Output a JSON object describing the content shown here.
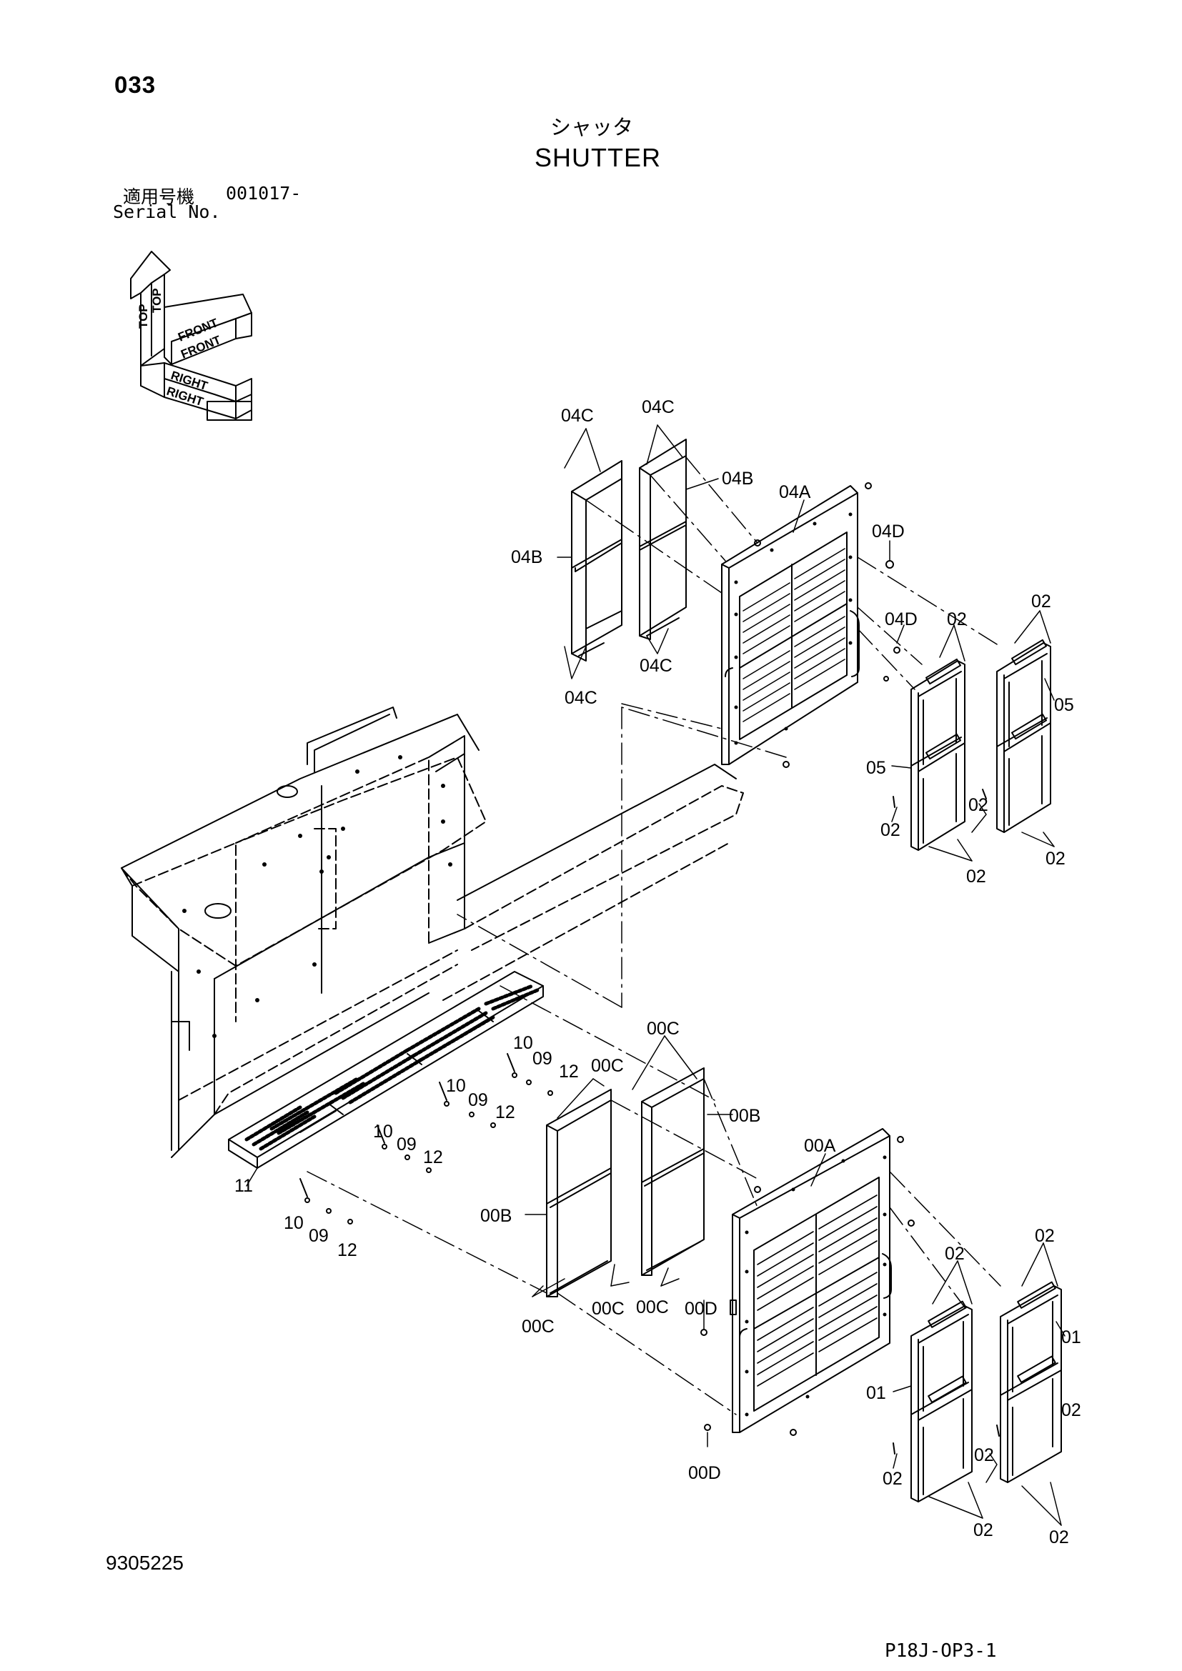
{
  "header": {
    "page_number": "033",
    "title_jp": "シャッタ",
    "title_en": "SHUTTER",
    "serial_label_jp": "適用号機",
    "serial_value": "001017-",
    "serial_label_en": "Serial No."
  },
  "orientation": {
    "labels": [
      "TOP",
      "TOP",
      "FRONT",
      "FRONT",
      "RIGHT",
      "RIGHT"
    ]
  },
  "callouts": {
    "c04C_a": "04C",
    "c04C_b": "04C",
    "c04C_c": "04C",
    "c04C_d": "04C",
    "c04B_a": "04B",
    "c04B_b": "04B",
    "c04A": "04A",
    "c04D_a": "04D",
    "c04D_b": "04D",
    "c02_a": "02",
    "c02_b": "02",
    "c02_c": "02",
    "c02_d": "02",
    "c02_e": "02",
    "c02_f": "02",
    "c05_a": "05",
    "c05_b": "05",
    "c00C_a": "00C",
    "c00C_b": "00C",
    "c00C_c": "00C",
    "c00C_d": "00C",
    "c00C_e": "00C",
    "c00B_a": "00B",
    "c00B_b": "00B",
    "c00A": "00A",
    "c00D_a": "00D",
    "c00D_b": "00D",
    "c02_g": "02",
    "c02_h": "02",
    "c02_i": "02",
    "c02_j": "02",
    "c02_k": "02",
    "c02_l": "02",
    "c02_m": "02",
    "c01_a": "01",
    "c01_b": "01",
    "c10_a": "10",
    "c09_a": "09",
    "c12_a": "12",
    "c10_b": "10",
    "c09_b": "09",
    "c12_b": "12",
    "c10_c": "10",
    "c09_c": "09",
    "c12_c": "12",
    "c10_d": "10",
    "c09_d": "09",
    "c12_d": "12",
    "c11": "11"
  },
  "footer": {
    "doc_number": "9305225",
    "sheet_code": "P18J-OP3-1"
  }
}
